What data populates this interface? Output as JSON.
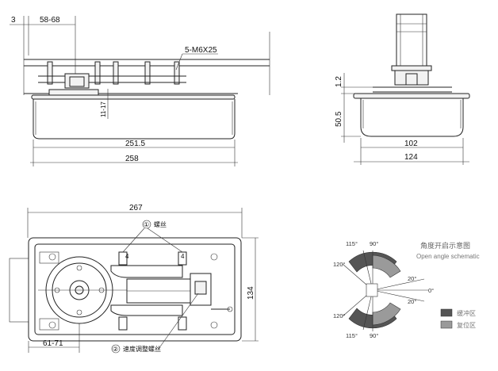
{
  "top_left_view": {
    "dim_offset": "3",
    "dim_range": "58-68",
    "screw_label": "5-M6X25",
    "dim_depth": "11-17",
    "dim_inner_width": "251.5",
    "dim_total_width": "258"
  },
  "top_right_view": {
    "dim_gap": "1.2",
    "dim_height": "50.5",
    "dim_inner_width": "102",
    "dim_total_width": "124"
  },
  "bottom_left_view": {
    "dim_length": "267",
    "dim_width": "134",
    "dim_offset_range": "61-71",
    "label_1_number": "①",
    "label_1_text": "螺丝",
    "label_2_number": "②",
    "label_2_text": "速度调整螺丝",
    "screw_mark_left": "4",
    "screw_mark_right": "4"
  },
  "angle_schematic": {
    "title": "角度开启示意图",
    "subtitle": "Open angle schematic",
    "angle_labels": {
      "top_115": "115°",
      "top_90": "90°",
      "top_120": "120°",
      "right_20_top": "20°",
      "right_0": "0°",
      "right_20_bottom": "20°",
      "bottom_120": "120°",
      "bottom_115": "115°",
      "bottom_90": "90°"
    },
    "legend": [
      {
        "label": "缓冲区",
        "color": "#555555"
      },
      {
        "label": "复位区",
        "color": "#9a9a9a"
      }
    ]
  }
}
